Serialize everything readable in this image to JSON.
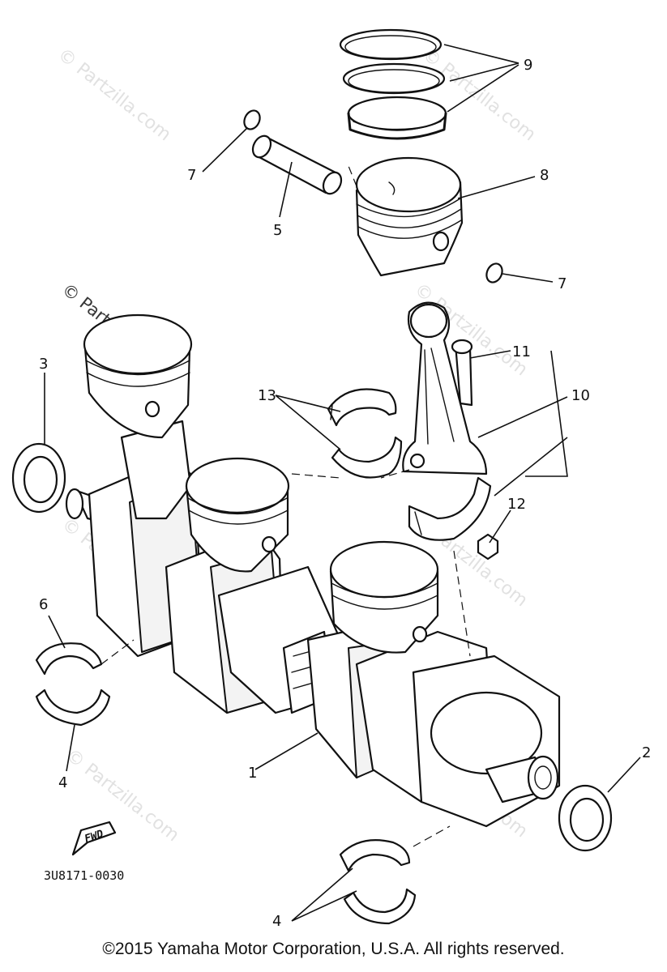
{
  "diagram": {
    "callouts": {
      "c1": "1",
      "c2": "2",
      "c3": "3",
      "c4a": "4",
      "c4b": "4",
      "c5": "5",
      "c6": "6",
      "c7a": "7",
      "c7b": "7",
      "c8": "8",
      "c9": "9",
      "c10": "10",
      "c11": "11",
      "c12": "12",
      "c13": "13"
    },
    "part_code": "3U8171-0030",
    "fwd_label": "FWD",
    "watermark": "© Partzilla.com"
  },
  "footer": {
    "copyright": "©2015 Yamaha Motor Corporation, U.S.A. All rights reserved."
  }
}
